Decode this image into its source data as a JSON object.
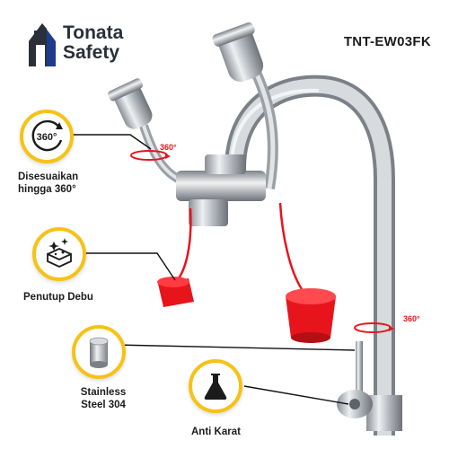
{
  "brand": {
    "line1": "Tonata",
    "line2": "Safety"
  },
  "model_code": "TNT-EW03FK",
  "features": {
    "rotate": {
      "icon_text": "360°",
      "label_line1": "Disesuaikan",
      "label_line2": "hingga 360°"
    },
    "dust_cap": {
      "label": "Penutup Debu"
    },
    "steel": {
      "label_line1": "Stainless",
      "label_line2": "Steel 304"
    },
    "anti_rust": {
      "label": "Anti Karat"
    }
  },
  "rotation_marks": {
    "head": "360°",
    "base": "360°"
  },
  "colors": {
    "accent": "#f7c215",
    "brand_dark": "#2b2f38",
    "brand_blue": "#1e3c8c",
    "cap_red": "#e8141c"
  },
  "icons": {
    "rotate": "rotate-360-icon",
    "dust": "dust-cover-icon",
    "steel": "steel-cylinder-icon",
    "rust": "flask-icon"
  }
}
